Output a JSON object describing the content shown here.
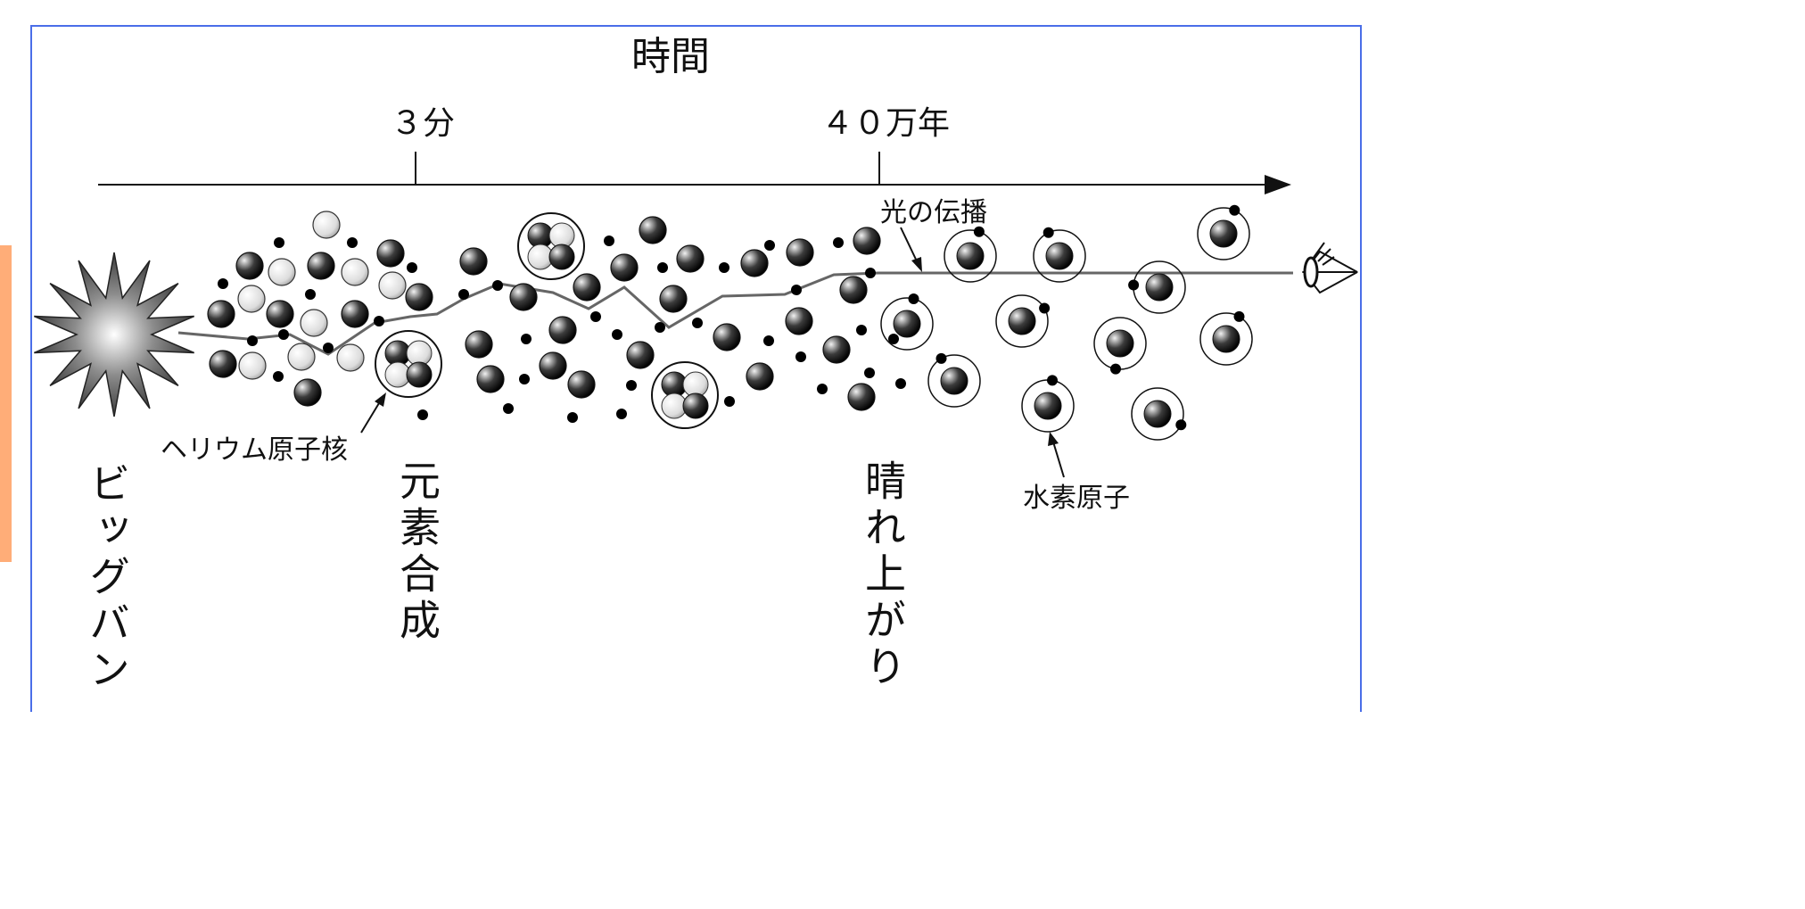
{
  "title": "時間",
  "ticks": [
    "３分",
    "４０万年"
  ],
  "labels": {
    "light": "光の伝播",
    "helium": "ヘリウム原子核",
    "hydrogen": "水素原子"
  },
  "stages": [
    "ビッグバン",
    "元素合成",
    "晴れ上がり"
  ],
  "colors": {
    "frame": "#4a6ee8",
    "sidebar": "#ffad78"
  }
}
